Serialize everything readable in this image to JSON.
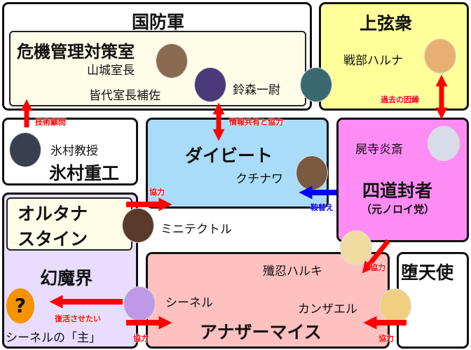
{
  "groups": {
    "kokubougun": "国防軍",
    "kiki": "危機管理対策室",
    "jougenshu": "上弦衆",
    "himura_corp": "氷村重工",
    "daibeat": "ダイビート",
    "shidou": "四道封者",
    "shidou_sub": "（元ノロイ党）",
    "orutana1": "オルタナ",
    "orutana2": "スタイン",
    "genmakai": "幻魔界",
    "anothermice": "アナザーマイス",
    "datenshi": "堕天使"
  },
  "characters": {
    "yamashiro": "山城室長",
    "minayo": "皆代室長補佐",
    "suzumori": "鈴森一尉",
    "ikusabe": "戦部ハルナ",
    "himura": "氷村教授",
    "shiji": "屍寺炎斎",
    "kuchinawa": "クチナワ",
    "minitectle": "ミニテクトル",
    "haruki": "殲忍ハルキ",
    "sinel": "シーネル",
    "kanzael": "カンザエル",
    "master": "シーネルの「主」",
    "unknown": "?"
  },
  "relations": {
    "tech": "技術顧問",
    "info": "情報共有と協力",
    "past": "過去の因縁",
    "coop1": "協力",
    "switch": "鞍替え",
    "coop2": "協力",
    "revive": "復活させたい",
    "coop3": "協力",
    "coop4": "協力"
  },
  "colors": {
    "red": "#ff0000",
    "blue": "#0000ff",
    "yellow": "#ffff99",
    "cyan": "#a8dcf8",
    "pink": "#ff8cf4",
    "lavender": "#e8dcff",
    "salmon": "#ffc0c0",
    "cream": "#fffde8",
    "orange": "#f59300"
  }
}
